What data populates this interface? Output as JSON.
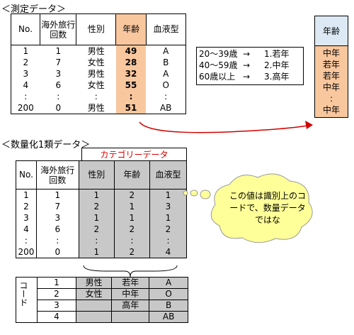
{
  "title_measured": "＜測定データ＞",
  "title_quant": "＜数量化1類データ＞",
  "measured": {
    "headers": [
      "No.",
      "海外旅行回数",
      "性別",
      "年齢",
      "血液型"
    ],
    "rows": [
      [
        "1",
        "1",
        "男性",
        "49",
        "A"
      ],
      [
        "2",
        "7",
        "女性",
        "28",
        "B"
      ],
      [
        "3",
        "3",
        "男性",
        "32",
        "A"
      ],
      [
        "4",
        "6",
        "女性",
        "55",
        "O"
      ],
      [
        ":",
        ":",
        ":",
        ":",
        ":"
      ],
      [
        "200",
        "0",
        "男性",
        "51",
        "AB"
      ]
    ]
  },
  "age_rules": [
    {
      "range": "20～39歳",
      "arrow": "→",
      "code": "1.若年"
    },
    {
      "range": "40～59歳",
      "arrow": "→",
      "code": "2.中年"
    },
    {
      "range": "60歳以上",
      "arrow": "→",
      "code": "3.高年"
    }
  ],
  "age_cat": {
    "header": "年齢",
    "values": [
      "中年",
      "若年",
      "若年",
      "中年",
      ":",
      "中年"
    ]
  },
  "quant": {
    "category_label": "カテゴリーデータ",
    "headers": [
      "No.",
      "海外旅行回数",
      "性別",
      "年齢",
      "血液型"
    ],
    "rows": [
      [
        "1",
        "1",
        "1",
        "2",
        "1"
      ],
      [
        "2",
        "7",
        "2",
        "1",
        "3"
      ],
      [
        "3",
        "3",
        "1",
        "1",
        "1"
      ],
      [
        "4",
        "6",
        "2",
        "2",
        "2"
      ],
      [
        ":",
        ":",
        ":",
        ":",
        ":"
      ],
      [
        "200",
        "0",
        "1",
        "2",
        "4"
      ]
    ]
  },
  "callout": "この値は識別上のコードで、数量データではな",
  "code_table": {
    "label": "コード",
    "rows": [
      [
        "1",
        "男性",
        "若年",
        "A"
      ],
      [
        "2",
        "女性",
        "中年",
        "O"
      ],
      [
        "3",
        "",
        "高年",
        "B"
      ],
      [
        "4",
        "",
        "",
        "AB"
      ]
    ]
  },
  "colors": {
    "peach": "#f9c79e",
    "gray": "#c8c8c8",
    "red": "#d40000",
    "callout_fill": "#ffff99"
  }
}
